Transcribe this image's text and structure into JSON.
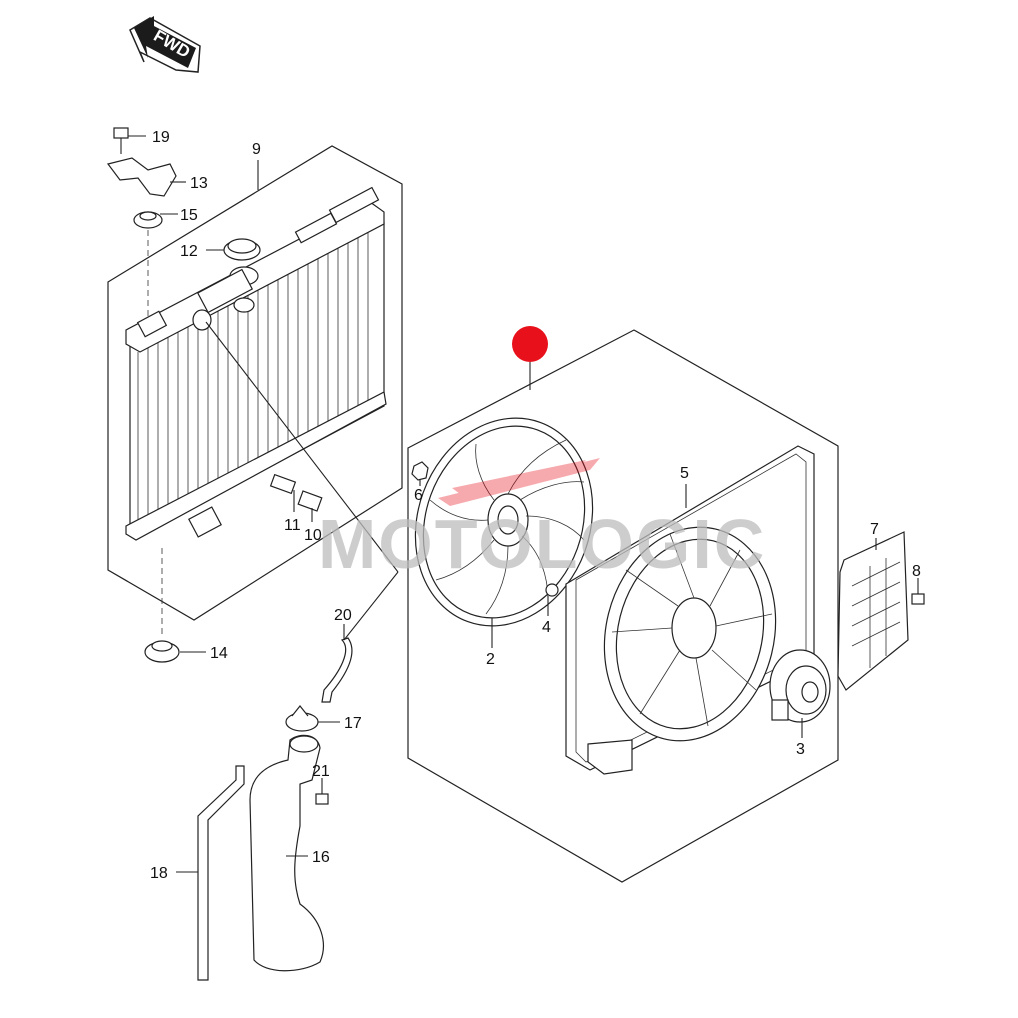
{
  "fwd_label": "FWD",
  "watermark": "MOTOLOGIC",
  "highlight_color": "#e8101a",
  "callouts": {
    "c1": "2",
    "c2": "3",
    "c3": "4",
    "c4": "5",
    "c5": "6",
    "c6": "7",
    "c7": "8",
    "c8": "9",
    "c9": "10",
    "c10": "11",
    "c11": "12",
    "c12": "13",
    "c13": "14",
    "c14": "15",
    "c15": "16",
    "c16": "17",
    "c17": "18",
    "c18": "19",
    "c19": "20",
    "c20": "21"
  }
}
